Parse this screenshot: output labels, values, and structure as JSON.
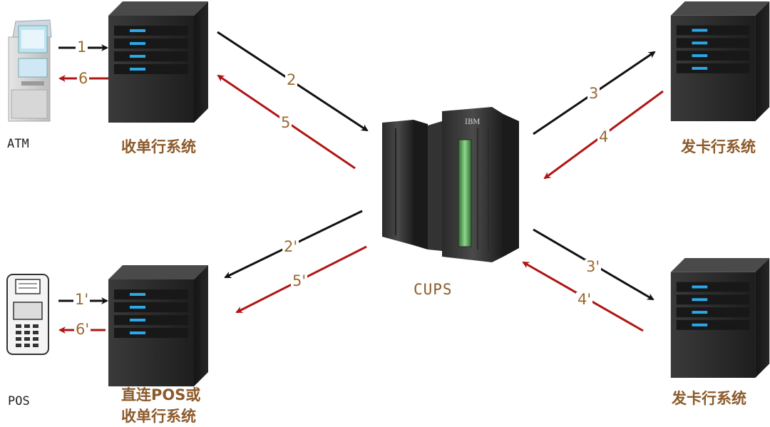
{
  "devices": {
    "atm_label": "ATM",
    "pos_label": "POS"
  },
  "systems": {
    "acquirer_top": "收单行系统",
    "acquirer_bottom_line1": "直连POS或",
    "acquirer_bottom_line2": "收单行系统",
    "issuer_top": "发卡行系统",
    "issuer_bottom": "发卡行系统"
  },
  "hub": {
    "label": "CUPS",
    "brand": "IBM"
  },
  "steps": {
    "s1": "1",
    "s2": "2",
    "s3": "3",
    "s4": "4",
    "s5": "5",
    "s6": "6",
    "p1": "1'",
    "p2": "2'",
    "p3": "3'",
    "p4": "4'",
    "p5": "5'",
    "p6": "6'"
  },
  "colors": {
    "request_arrow": "#111111",
    "response_arrow": "#b01515",
    "label_text": "#8c5a2a",
    "server_led": "#2aa8e8"
  }
}
